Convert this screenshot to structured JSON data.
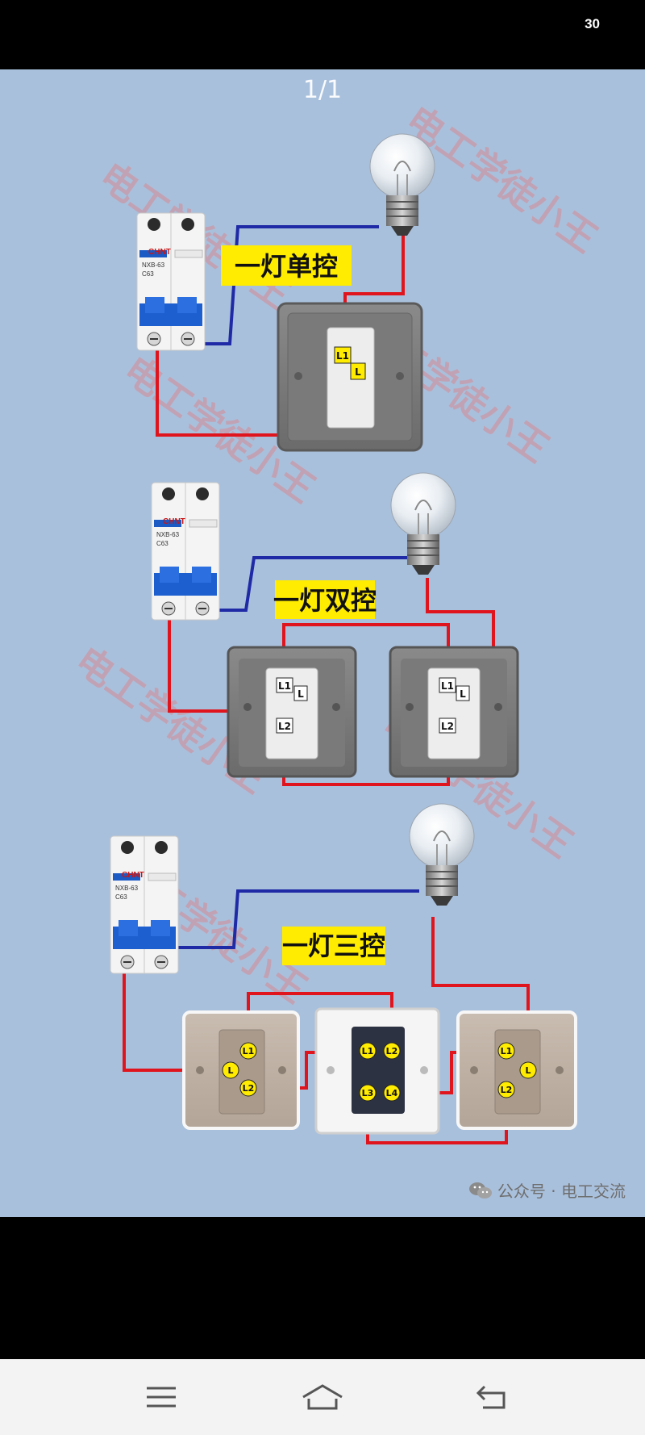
{
  "status_bar": {
    "indicator": "30"
  },
  "viewer": {
    "page_counter": "1/1"
  },
  "diagram": {
    "sections": [
      {
        "title": "一灯单控"
      },
      {
        "title": "一灯双控"
      },
      {
        "title": "一灯三控"
      }
    ],
    "breaker": {
      "brand": "CHNT",
      "model": "NXB-63",
      "rating": "C63"
    },
    "terminal_labels": {
      "l": "L",
      "l1": "L1",
      "l2": "L2",
      "l3": "L3",
      "l4": "L4"
    },
    "watermark": "电工学徒小王",
    "wire_colors": {
      "live": "#e0141c",
      "neutral": "#1f2aa6"
    }
  },
  "footer": {
    "credit": "公众号 · 电工交流",
    "credit_icon": "wechat-icon"
  },
  "navbar": {
    "menu_icon": "menu-icon",
    "home_icon": "home-icon",
    "back_icon": "back-icon"
  }
}
